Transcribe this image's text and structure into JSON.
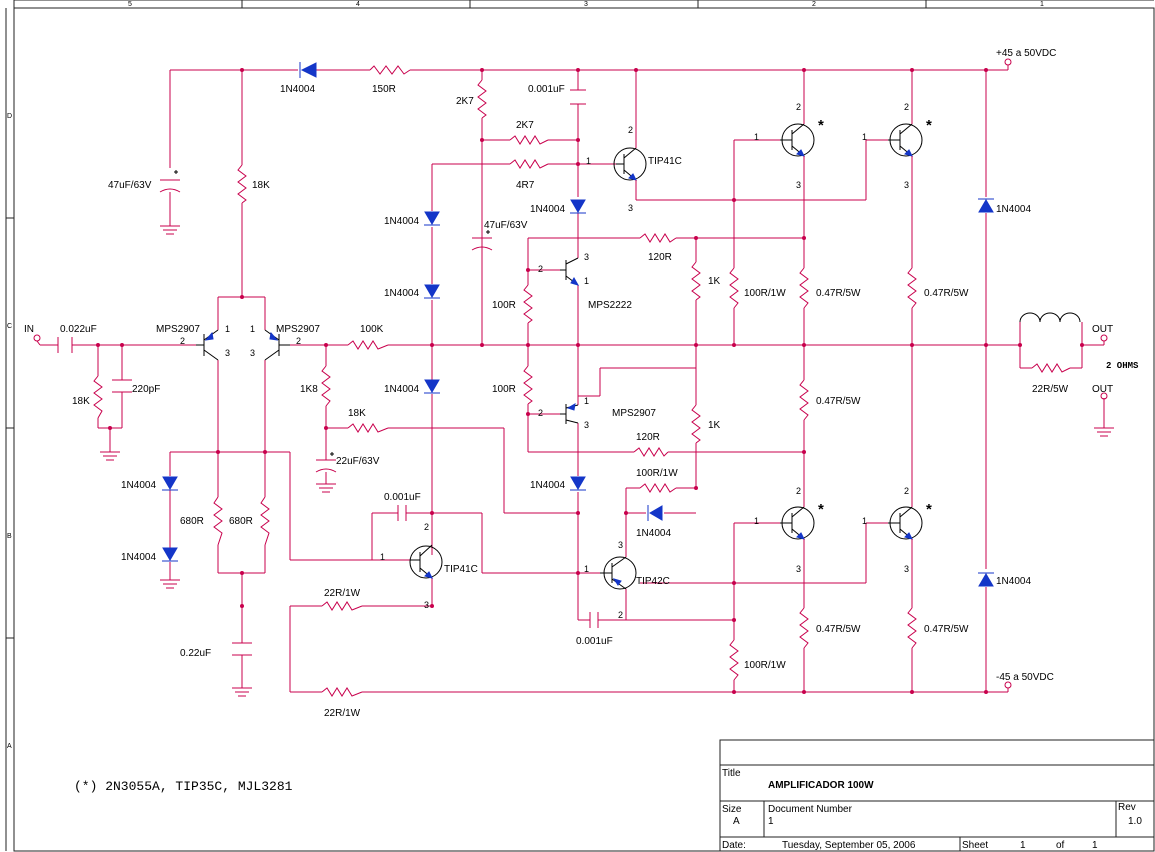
{
  "ports": {
    "vplus": "+45 a 50VDC",
    "vminus": "-45 a 50VDC",
    "input": "IN",
    "out1": "OUT",
    "out2": "OUT",
    "out_note": "2 OHMS"
  },
  "diodes": {
    "d_top": "1N4004",
    "d_bias1": "1N4004",
    "d_bias2": "1N4004",
    "d_bias3": "1N4004",
    "d_drv": "1N4004",
    "d_low": "1N4004",
    "d_in1": "1N4004",
    "d_in2": "1N4004",
    "d_tip42": "1N4004",
    "d_rail1": "1N4004",
    "d_rail2": "1N4004"
  },
  "resistors": {
    "r150": "150R",
    "r18k_top": "18K",
    "r2k7a": "2K7",
    "r2k7b": "2K7",
    "r4r7": "4R7",
    "r120a": "120R",
    "r100a": "100R",
    "r1ka": "1K",
    "r100r1w": "100R/1W",
    "r047_1": "0.47R/5W",
    "r047_2": "0.47R/5W",
    "r18k_in": "18K",
    "r100k": "100K",
    "r1k8": "1K8",
    "r100b": "100R",
    "r047_3": "0.47R/5W",
    "r18k_fb": "18K",
    "r120b": "120R",
    "r1kb": "1K",
    "r100r1w_b": "100R/1W",
    "r680a": "680R",
    "r680b": "680R",
    "r22r1w_a": "22R/1W",
    "r22r1w_b": "22R/1W",
    "r100r1w_c": "100R/1W",
    "r047_4": "0.47R/5W",
    "r047_5": "0.47R/5W",
    "r22r5w": "22R/5W"
  },
  "caps": {
    "c47a": "47uF/63V",
    "c001a": "0.001uF",
    "c47b": "47uF/63V",
    "c022in": "0.022uF",
    "c220p": "220pF",
    "c22u": "22uF/63V",
    "c001b": "0.001uF",
    "c022": "0.22uF",
    "c001c": "0.001uF"
  },
  "transistors": {
    "q_in1": "MPS2907",
    "q_in2": "MPS2907",
    "q_tip41_top": "TIP41C",
    "q_mps2222": "MPS2222",
    "q_mps2907": "MPS2907",
    "q_tip41_bot": "TIP41C",
    "q_tip42": "TIP42C"
  },
  "pins": {
    "one": "1",
    "two": "2",
    "three": "3"
  },
  "markers": {
    "star": "*"
  },
  "note": "(*) 2N3055A, TIP35C, MJL3281",
  "title_block": {
    "title_label": "Title",
    "title": "AMPLIFICADOR 100W",
    "size_label": "Size",
    "size": "A",
    "docnum_label": "Document Number",
    "docnum": "1",
    "rev_label": "Rev",
    "rev": "1.0",
    "date_label": "Date:",
    "date": "Tuesday, September 05, 2006",
    "sheet_label": "Sheet",
    "sheet": "1",
    "of_label": "of",
    "sheets": "1"
  },
  "border": {
    "zones_top": [
      "5",
      "4",
      "3",
      "2",
      "1"
    ],
    "zones_left": [
      "D",
      "C",
      "B",
      "A"
    ]
  }
}
